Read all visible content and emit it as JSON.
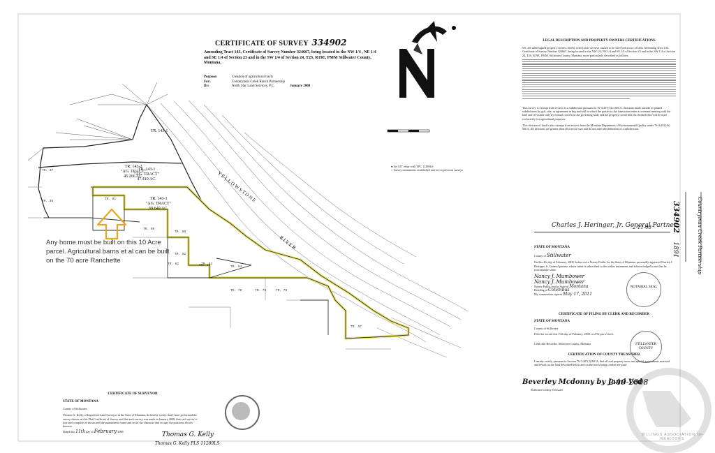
{
  "certificate": {
    "title": "CERTIFICATE OF SURVEY",
    "number": "334902",
    "amending": "Amending Tract 143, Certificate of Survey Number 324667, being located in the NW 1/4 , NE 1/4 and SE 1/4 of Section 23 and in the SW 1/4 of Section 24, T2S, R19E, PMM Stillwater County, Montana.",
    "purpose_label": "Purpose:",
    "purpose_value": "Creation of agricultural tracts",
    "for_label": "For:",
    "for_value": "Countryman Creek Ranch Partnership",
    "by_label": "By:",
    "by_value": "North Star Land Services, P.C.",
    "date": "January 2008"
  },
  "map": {
    "tracts": [
      {
        "name": "TR. 143-1",
        "tag": "\"AG. TRACT\"",
        "area": "47.410 AC."
      },
      {
        "name": "TR. 143-2",
        "tag": "\"AG. TRACT\"",
        "area": "45.266 AC."
      },
      {
        "name": "TR. 143-3",
        "tag": "\"AG. TRACT\"",
        "area": "69.649 AC."
      }
    ],
    "river_words": [
      "YELLOWSTONE",
      "RIVER"
    ],
    "small_tract_labels": [
      "TR. 37",
      "TR. 36",
      "TR. 91",
      "TR. 90",
      "TR. 89",
      "TR. 92",
      "TR. 93",
      "TR. 94",
      "TR. 82",
      "TR. 83",
      "TR. 78",
      "TR. 76",
      "TR. 79",
      "TR. 97"
    ],
    "legend": [
      "Set 5/8\" rebar with YPC 11289LS",
      "Survey monuments established and set on previous surveys"
    ]
  },
  "annotation": {
    "note_lines": [
      "Any home must be built on this 10 Acre",
      "parcel. Agricultural barns et al can be built",
      "on the 70 acre Ranchette"
    ],
    "arrow_color": "#e6a71f",
    "highlight_color": "#e8e06a"
  },
  "right_panel": {
    "legal_title": "LEGAL DESCRIPTION AND PROPERTY OWNERS CERTIFICATIONS",
    "legal_text": "We, the undersigned property owners, hereby certify that we have caused to be surveyed a tract of land, Amending Tract 143, Certificate of Survey Number 324667, being located in the NW 1/4, NE 1/4 and SE 1/4 of Section 23 and in the SW 1/4 of Section 24, T2S, R19E, PMM, Stillwater County, Montana, more particularly described as follows:",
    "exempt_text": "This survey is exempt from review as a subdivision pursuant to 76-3-207(1)(c) MCA, divisions made outside of platted subdivisions by gift, sale, or agreement to buy and sell in which the parties to the transaction enter a covenant running with the land and revocable only by mutual consent of the governing body and the property owner that the divided land will be used exclusively for agricultural purposes.",
    "exclude_text": "This division of land is also exempt from review from the Montana Department of Environmental Quality under 76-4-102(16) MCA, the divisions are greater than 20 acres in size and do not meet the definition of a subdivision.",
    "signer": "Charles J. Heringer, Jr. General Partner",
    "state": "STATE OF MONTANA",
    "county_label": "County of",
    "county_value": "Stillwater",
    "notary_text": "On this 4th day of February, 2008, before me a Notary Public for the State of Montana, personally appeared Charles J. Heringer, Jr. General partner, whose name is subscribed to the within instrument and acknowledged to me that he executed the same.",
    "notary_name": "Nancy J. Mumbower",
    "notary_print": "Nancy J. Mumbower",
    "notary_state": "Montana",
    "notary_residing": "Columbus",
    "commission": "May 17, 2011",
    "filing_title": "CERTIFICATE OF FILING BY CLERK AND RECORDER",
    "filing_state": "STATE OF MONTANA",
    "filing_county": "County of Stillwater",
    "filing_text": "Filed for record this 19th day of February, 2008, at 2:52 pm o'clock.",
    "clerk": "Clerk and Recorder, Stillwater County, Montana",
    "treasurer_title": "CERTIFICATION OF COUNTY TREASURER",
    "treasurer_text": "I hereby certify, pursuant to Section 76-3-207(3) MCA, that all real property taxes and special assessments assessed and levied on the land described below and on the tracts being created are paid.",
    "treasurer_sig": "Beverley Mcdonny by Jami Ved",
    "treasurer_date": "2-19-2008",
    "treasurer_office": "Stillwater County Treasurer",
    "sign_date": "2-11-08"
  },
  "surveyor": {
    "title": "CERTIFICATE OF SURVEYOR",
    "state": "STATE OF MONTANA",
    "county": "County of Stillwater",
    "text": "Thomas G. Kelly, a Registered Land Surveyor in the State of Montana, do hereby certify that I have performed the survey shown on this Plat/Certificate of Survey and that such survey was made in January 2008; that said survey is true and complete as shown and the monuments found and set of the character and occupy the positions shown thereon.",
    "dated_prefix": "Dated this",
    "dated_day": "11th",
    "dated_mid": "day of",
    "dated_month": "February",
    "dated_year": "2008",
    "signature": "Thomas G. Kelly",
    "printed": "Thomas G. Kelly PLS",
    "license": "11289LS"
  },
  "side_stamp": {
    "number": "334902",
    "book": "1891",
    "text": "Countryman Creek Partnership"
  },
  "watermark": {
    "text": "BILLINGS ASSOCIATION OF REALTORS"
  },
  "seals": [
    "NOTARIAL SEAL",
    "STILLWATER COUNTY"
  ]
}
